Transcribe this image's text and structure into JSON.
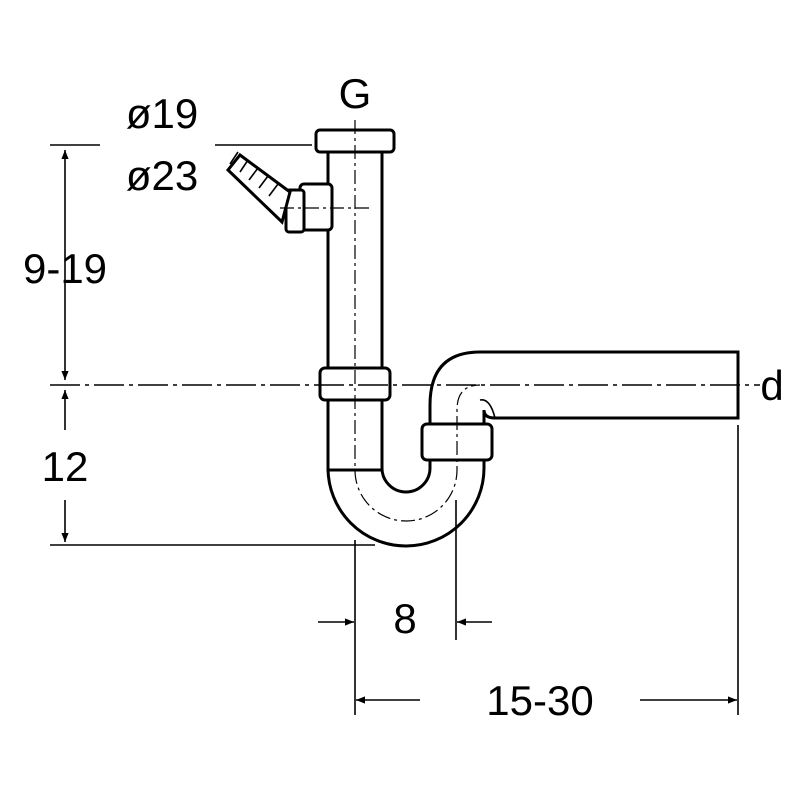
{
  "title": "Siphon dimension drawing",
  "labels": {
    "connection_g": "G",
    "diameter_1": "ø19",
    "diameter_2": "ø23",
    "height_range": "9-19",
    "seal_depth": "12",
    "offset": "8",
    "length_range": "15-30",
    "outlet_d": "d"
  }
}
